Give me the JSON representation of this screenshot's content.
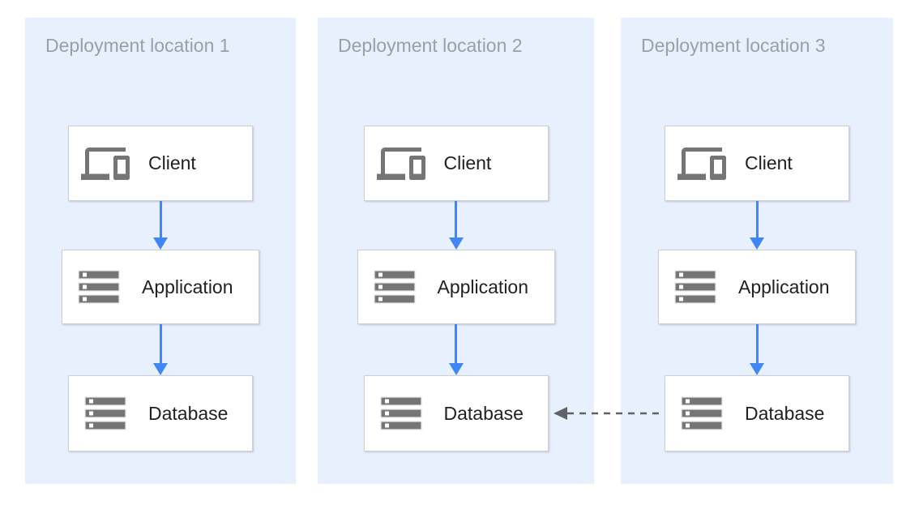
{
  "diagram": {
    "kind": "deployment-architecture-diagram",
    "panels": [
      {
        "title": "Deployment location 1",
        "nodes": [
          {
            "label": "Client",
            "icon": "devices-icon"
          },
          {
            "label": "Application",
            "icon": "storage-icon"
          },
          {
            "label": "Database",
            "icon": "storage-icon"
          }
        ]
      },
      {
        "title": "Deployment location 2",
        "nodes": [
          {
            "label": "Client",
            "icon": "devices-icon"
          },
          {
            "label": "Application",
            "icon": "storage-icon"
          },
          {
            "label": "Database",
            "icon": "storage-icon"
          }
        ]
      },
      {
        "title": "Deployment location 3",
        "nodes": [
          {
            "label": "Client",
            "icon": "devices-icon"
          },
          {
            "label": "Application",
            "icon": "storage-icon"
          },
          {
            "label": "Database",
            "icon": "storage-icon"
          }
        ]
      }
    ],
    "edges": [
      {
        "from": "location-1 Client",
        "to": "location-1 Application",
        "style": "solid",
        "color": "#4285f4",
        "direction": "down"
      },
      {
        "from": "location-1 Application",
        "to": "location-1 Database",
        "style": "solid",
        "color": "#4285f4",
        "direction": "down"
      },
      {
        "from": "location-2 Client",
        "to": "location-2 Application",
        "style": "solid",
        "color": "#4285f4",
        "direction": "down"
      },
      {
        "from": "location-2 Application",
        "to": "location-2 Database",
        "style": "solid",
        "color": "#4285f4",
        "direction": "down"
      },
      {
        "from": "location-3 Client",
        "to": "location-3 Application",
        "style": "solid",
        "color": "#4285f4",
        "direction": "down"
      },
      {
        "from": "location-3 Application",
        "to": "location-3 Database",
        "style": "solid",
        "color": "#4285f4",
        "direction": "down"
      },
      {
        "from": "location-3 Database",
        "to": "location-2 Database",
        "style": "dashed",
        "color": "#5f6368",
        "direction": "left"
      }
    ],
    "colors": {
      "panel_background": "#e8f0fe",
      "node_background": "#ffffff",
      "node_border": "#cdd1d5",
      "arrow_blue": "#4285f4",
      "arrow_dashed_gray": "#5f6368",
      "icon_gray": "#757575",
      "title_gray": "#9aa0a6",
      "label_dark": "#212121"
    }
  }
}
